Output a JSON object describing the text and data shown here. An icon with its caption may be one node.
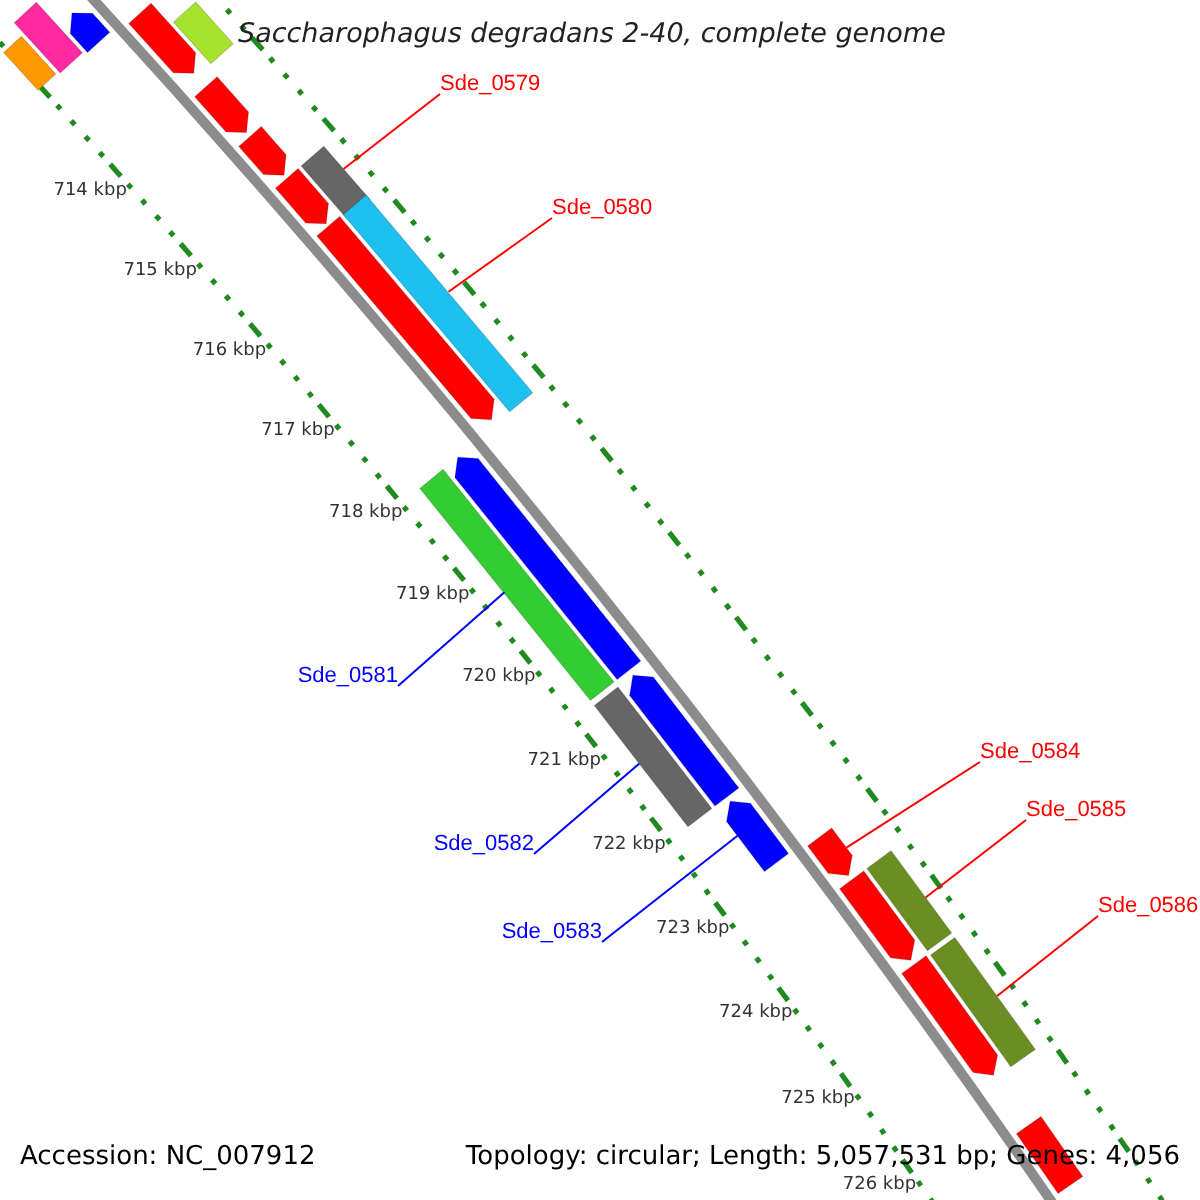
{
  "diagram": {
    "title": "Saccharophagus degradans 2-40, complete genome",
    "nodes": [
      {
        "text": [
          "Sde_0579"
        ]
      },
      {
        "text": [
          "Sde_0580"
        ]
      },
      {
        "text": [
          "Sde_0581"
        ]
      },
      {
        "text": [
          "Sde_0582"
        ]
      },
      {
        "text": [
          "Sde_0583"
        ]
      },
      {
        "text": [
          "Sde_0584"
        ]
      },
      {
        "text": [
          "Sde_0585"
        ]
      },
      {
        "text": [
          "Sde_0586"
        ]
      },
      {
        "text": [],
        "shape": "arrow"
      },
      {
        "text": [],
        "shape": "bar"
      },
      {
        "text": [],
        "shape": "bar"
      },
      {
        "text": [],
        "shape": "bar"
      },
      {
        "text": [],
        "shape": "arrow"
      },
      {
        "text": [],
        "shape": "arrow"
      },
      {
        "text": [],
        "shape": "arrow"
      },
      {
        "text": [],
        "shape": "arrow"
      },
      {
        "text": [],
        "shape": "bar"
      },
      {
        "text": [],
        "shape": "arrow"
      },
      {
        "text": [],
        "shape": "bar"
      },
      {
        "text": [],
        "shape": "arrow"
      },
      {
        "text": [],
        "shape": "bar"
      },
      {
        "text": [],
        "shape": "arrow"
      },
      {
        "text": [],
        "shape": "bar"
      },
      {
        "text": [],
        "shape": "arrow"
      },
      {
        "text": [],
        "shape": "arrow"
      },
      {
        "text": [],
        "shape": "arrow"
      },
      {
        "text": [],
        "shape": "bar"
      },
      {
        "text": [],
        "shape": "arrow"
      },
      {
        "text": [],
        "shape": "bar"
      },
      {
        "text": [],
        "shape": "bar"
      }
    ],
    "edges": [
      {
        "from": 0,
        "to": 16,
        "arrow": "none",
        "color": "#ff0000"
      },
      {
        "from": 1,
        "to": 18,
        "arrow": "none",
        "color": "#ff0000"
      },
      {
        "from": 2,
        "to": 20,
        "arrow": "none",
        "color": "#0000ff"
      },
      {
        "from": 3,
        "to": 22,
        "arrow": "none",
        "color": "#0000ff"
      },
      {
        "from": 4,
        "to": 23,
        "arrow": "none",
        "color": "#0000ff"
      },
      {
        "from": 5,
        "to": 24,
        "arrow": "none",
        "color": "#ff0000"
      },
      {
        "from": 6,
        "to": 26,
        "arrow": "none",
        "color": "#ff0000"
      },
      {
        "from": 7,
        "to": 28,
        "arrow": "none",
        "color": "#ff0000"
      }
    ],
    "labels": [
      "714 kbp",
      "715 kbp",
      "716 kbp",
      "717 kbp",
      "718 kbp",
      "719 kbp",
      "720 kbp",
      "721 kbp",
      "722 kbp",
      "723 kbp",
      "724 kbp",
      "725 kbp",
      "726 kbp",
      "Accession: NC_007912",
      "Topology: circular; Length: 5,057,531 bp; Genes: 4,056"
    ]
  }
}
